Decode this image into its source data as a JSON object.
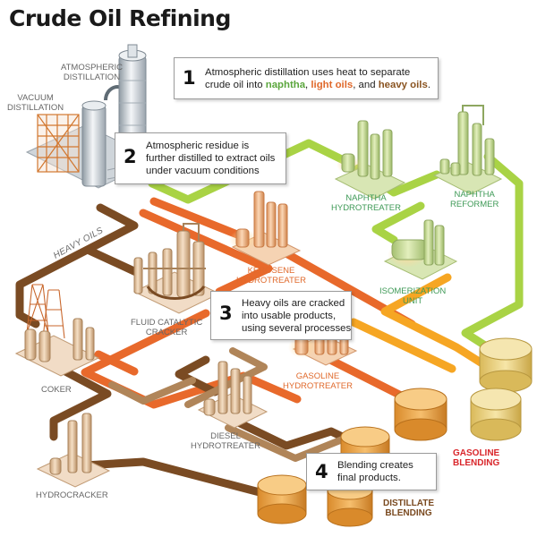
{
  "title": "Crude Oil Refining",
  "labels": {
    "atmospheric_distillation": [
      "ATMOSPHERIC",
      "DISTILLATION"
    ],
    "vacuum_distillation": [
      "VACUUM",
      "DISTILLATION"
    ],
    "heavy_oils": "HEAVY OILS",
    "naphtha_hydrotreater": [
      "NAPHTHA",
      "HYDROTREATER"
    ],
    "naphtha_reformer": [
      "NAPHTHA",
      "REFORMER"
    ],
    "kerosene_hydrotreater": [
      "KEROSENE",
      "HYDROTREATER"
    ],
    "isomerization_unit": [
      "ISOMERIZATION",
      "UNIT"
    ],
    "fluid_catalytic_cracker": [
      "FLUID CATALYTIC",
      "CRACKER"
    ],
    "coker": "COKER",
    "gasoline_hydrotreater": [
      "GASOLINE",
      "HYDROTREATER"
    ],
    "diesel_hydrotreater": [
      "DIESEL",
      "HYDROTREATER"
    ],
    "hydrocracker": "HYDROCRACKER",
    "gasoline_blending": [
      "GASOLINE",
      "BLENDING"
    ],
    "distillate_blending": [
      "DISTILLATE",
      "BLENDING"
    ]
  },
  "callouts": {
    "c1": {
      "number": "1",
      "line1": "Atmospheric distillation uses heat to separate",
      "line2_pre": "crude oil into ",
      "naphtha": "naphtha",
      "comma1": ", ",
      "light_oils": "light oils",
      "and": ", and ",
      "heavy_oils": "heavy oils",
      "end": "."
    },
    "c2": {
      "number": "2",
      "lines": [
        "Atmospheric residue is",
        "further distilled to extract oils",
        "under vacuum conditions"
      ]
    },
    "c3": {
      "number": "3",
      "lines": [
        "Heavy oils are cracked",
        "into usable products,",
        "using several processes"
      ]
    },
    "c4": {
      "number": "4",
      "lines": [
        "Blending creates",
        "final products."
      ]
    }
  },
  "colors": {
    "naphtha_stream": "#a9d345",
    "light_oil_stream": "#e8692b",
    "heavy_oil_stream": "#7a4b23",
    "gasoline_stream": "#f6a623",
    "green_units": "#c6dc8e",
    "orange_units": "#f0b886",
    "gold_tanks": "#f2d98b",
    "orange_tanks": "#f2aa4f",
    "red_label": "#d9262b"
  }
}
